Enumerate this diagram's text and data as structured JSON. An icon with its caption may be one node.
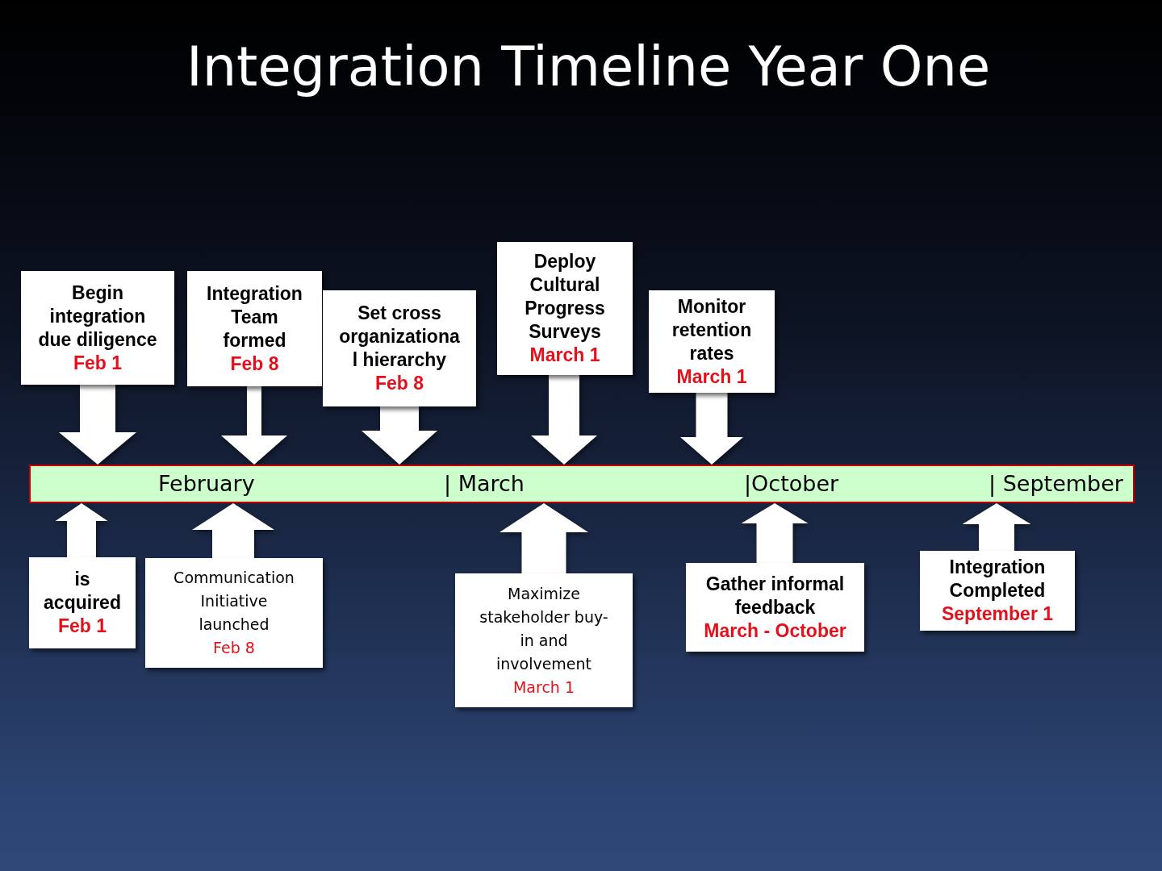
{
  "diagram": {
    "title": "Integration Timeline Year One",
    "nodes": [
      {
        "text": [
          "Begin integration due diligence",
          "Feb 1"
        ]
      },
      {
        "text": [
          "Integration Team formed",
          "Feb 8"
        ]
      },
      {
        "text": [
          "Set cross organizational hierarchy",
          "Feb 8"
        ]
      },
      {
        "text": [
          "Deploy Cultural Progress Surveys",
          "March 1"
        ]
      },
      {
        "text": [
          "Monitor retention rates",
          "March 1"
        ]
      },
      {
        "text": [
          "February",
          "| March",
          "|October",
          "| September"
        ]
      },
      {
        "text": [
          "is acquired",
          "Feb 1"
        ]
      },
      {
        "text": [
          "Communication Initiative launched",
          "Feb 8"
        ]
      },
      {
        "text": [
          "Maximize stakeholder buy-in and involvement",
          "March 1"
        ]
      },
      {
        "text": [
          "Gather informal feedback",
          "March - October"
        ]
      },
      {
        "text": [
          "Integration Completed",
          "September 1"
        ]
      }
    ],
    "edges": [
      {
        "from": 0,
        "to": 5,
        "arrow": "to"
      },
      {
        "from": 1,
        "to": 5,
        "arrow": "to"
      },
      {
        "from": 2,
        "to": 5,
        "arrow": "to"
      },
      {
        "from": 3,
        "to": 5,
        "arrow": "to"
      },
      {
        "from": 4,
        "to": 5,
        "arrow": "to"
      },
      {
        "from": 6,
        "to": 5,
        "arrow": "to"
      },
      {
        "from": 7,
        "to": 5,
        "arrow": "to"
      },
      {
        "from": 8,
        "to": 5,
        "arrow": "to"
      },
      {
        "from": 9,
        "to": 5,
        "arrow": "to"
      },
      {
        "from": 10,
        "to": 5,
        "arrow": "to"
      }
    ]
  }
}
